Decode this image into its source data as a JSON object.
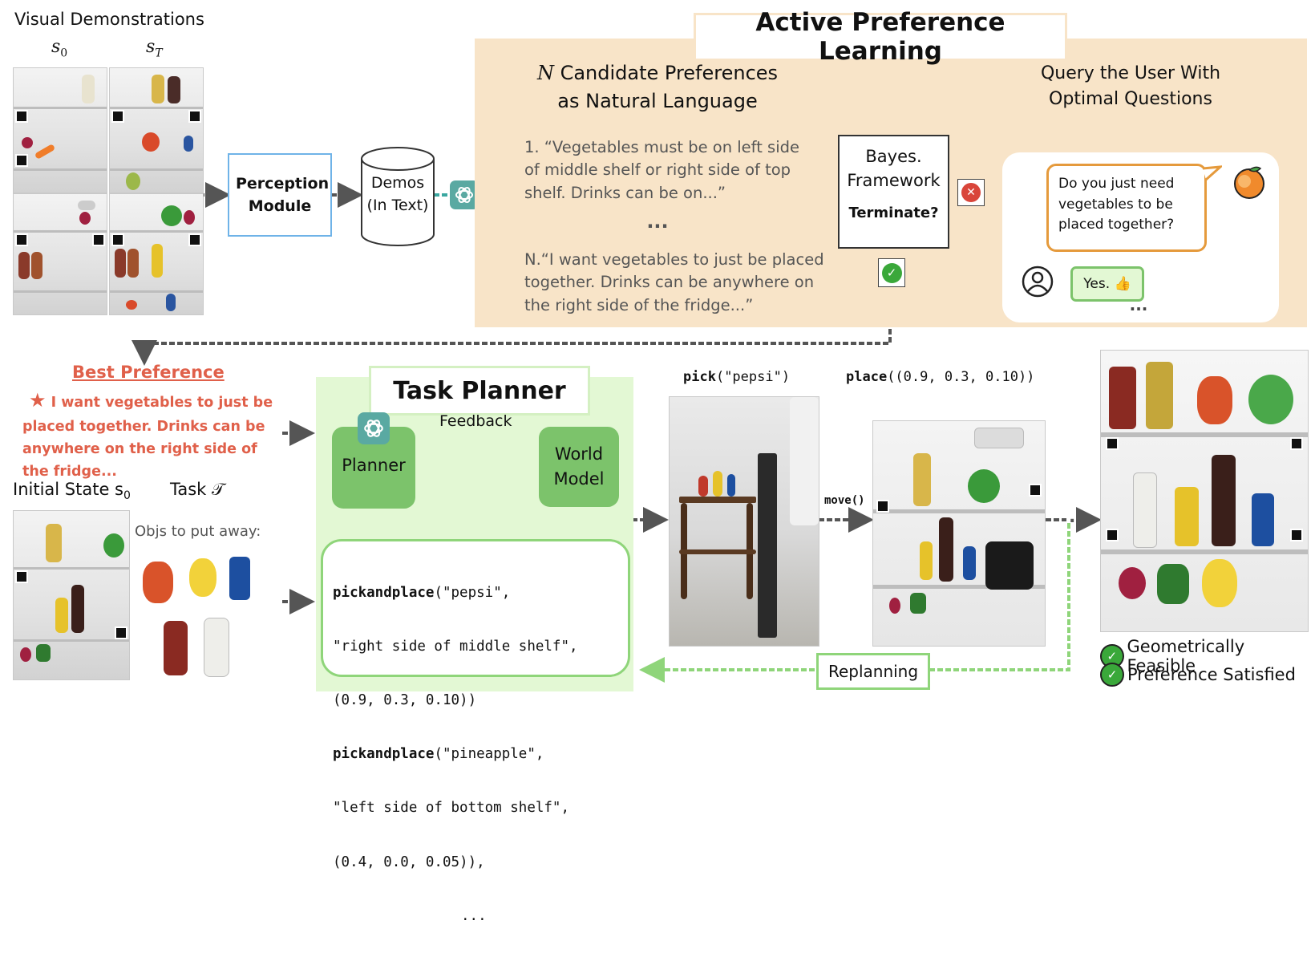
{
  "demos": {
    "title": "Visual Demonstrations",
    "s0": "s",
    "s0_sub": "0",
    "sT": "s",
    "sT_sub": "T"
  },
  "perception": "Perception Module",
  "demos_text": "Demos (In Text)",
  "apl": {
    "title": "Active Preference Learning",
    "candidates_heading_n": "N",
    "candidates_heading": "Candidate Preferences as Natural Language",
    "pref1": "1. “Vegetables must be on left side of middle shelf or right side of top shelf. Drinks can be on...”",
    "ellipsis": "...",
    "prefN": "N.“I want vegetables to just be placed together. Drinks can be anywhere on the right side of the fridge...”",
    "bayes": "Bayes. Framework",
    "terminate": "Terminate?",
    "query_heading": "Query the User With Optimal Questions",
    "question": "Do you just need vegetables to be placed together?",
    "answer": "Yes. 👍",
    "more": "...",
    "x_mark": "✕",
    "check_mark": "✓"
  },
  "best": {
    "title": "Best Preference",
    "star": "★",
    "text": "I want vegetables to just be placed together. Drinks can be anywhere on the right side of the fridge..."
  },
  "initial_state": {
    "label": "Initial State s",
    "sub": "0"
  },
  "task": {
    "label": "Task 𝒯",
    "objs": "Objs to put away:"
  },
  "planner": {
    "title": "Task Planner",
    "planner_label": "Planner",
    "world_model": "World Model",
    "feedback": "Feedback",
    "code": [
      {
        "fn": "pickandplace",
        "args": "(\"pepsi\","
      },
      {
        "fn": "",
        "args": "\"right side of middle shelf\","
      },
      {
        "fn": "",
        "args": "(0.9, 0.3, 0.10))"
      },
      {
        "fn": "pickandplace",
        "args": "(\"pineapple\","
      },
      {
        "fn": "",
        "args": "\"left side of bottom shelf\","
      },
      {
        "fn": "",
        "args": "(0.4, 0.0, 0.05)),"
      },
      {
        "fn": "",
        "args": "..."
      }
    ]
  },
  "exec": {
    "pick_fn": "pick",
    "pick_args": "(\"pepsi\")",
    "place_fn": "place",
    "place_args": "((0.9, 0.3, 0.10))",
    "move": "move()",
    "dots": "...",
    "replanning": "Replanning"
  },
  "results": {
    "feasible": "Geometrically Feasible",
    "satisfied": "Preference Satisfied",
    "check": "✓"
  },
  "colors": {
    "panel": "#f8e4c8",
    "green_box": "#7cc36b",
    "green_bg": "#e3f8d4",
    "green_line": "#8fd57a",
    "blue_box": "#6fb3e8",
    "red_text": "#e0604a",
    "orange": "#e59a3c",
    "arrow": "#555555"
  }
}
